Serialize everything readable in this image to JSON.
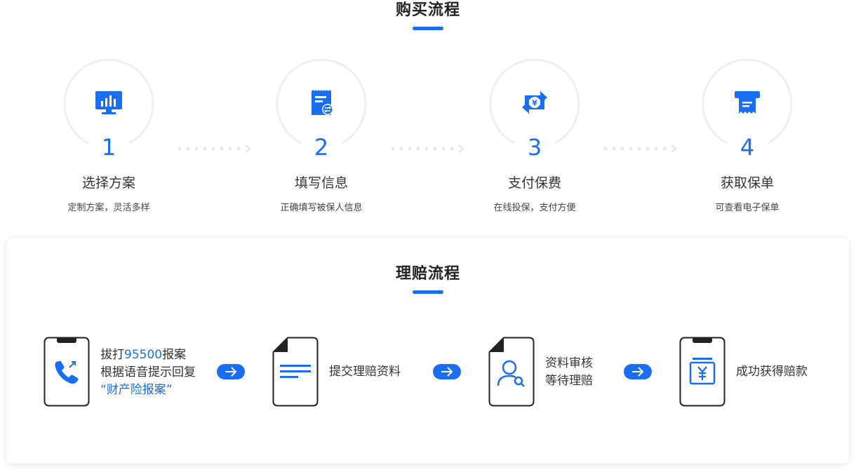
{
  "purchase": {
    "title": "购买流程",
    "steps": [
      {
        "num": "1",
        "name": "选择方案",
        "desc": "定制方案，灵活多样",
        "icon": "monitor-chart-icon"
      },
      {
        "num": "2",
        "name": "填写信息",
        "desc": "正确填写被保人信息",
        "icon": "form-exchange-icon"
      },
      {
        "num": "3",
        "name": "支付保费",
        "desc": "在线投保，支付方便",
        "icon": "yuan-exchange-icon"
      },
      {
        "num": "4",
        "name": "获取保单",
        "desc": "可查看电子保单",
        "icon": "printer-receipt-icon"
      }
    ]
  },
  "claims": {
    "title": "理赔流程",
    "step1": {
      "prefix": "拔打",
      "phone": "95500",
      "suffix": "报案",
      "line2": "根据语音提示回复",
      "quote_open": "“",
      "quote_text": "财产险报案",
      "quote_close": "”",
      "icon": "phone-call-icon"
    },
    "step2": {
      "text": "提交理赔资料",
      "icon": "document-icon"
    },
    "step3": {
      "line1": "资料审核",
      "line2": "等待理赔",
      "icon": "user-search-icon"
    },
    "step4": {
      "text": "成功获得赔款",
      "icon": "yuan-payout-icon"
    }
  },
  "colors": {
    "accent": "#1a6ef5",
    "ring": "#eeeeee",
    "dots": "#e6e6e6"
  }
}
